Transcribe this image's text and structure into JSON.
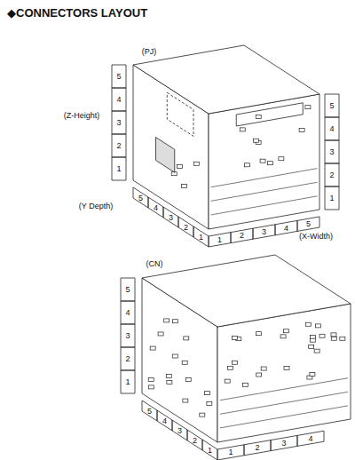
{
  "diagram": {
    "title": "◆CONNECTORS LAYOUT",
    "labels": [
      "(PJ)",
      "(Z-Height)",
      "(Y Depth)",
      "(X-Width)",
      "5",
      "4",
      "3",
      "2",
      "1",
      "5",
      "4",
      "3",
      "2",
      "1",
      "5",
      "4",
      "3",
      "2",
      "1",
      "1",
      "2",
      "3",
      "4",
      "5",
      "(CN)",
      "5",
      "4",
      "3",
      "2",
      "1",
      "5",
      "4",
      "3",
      "2",
      "1",
      "1",
      "2",
      "3",
      "4"
    ]
  }
}
